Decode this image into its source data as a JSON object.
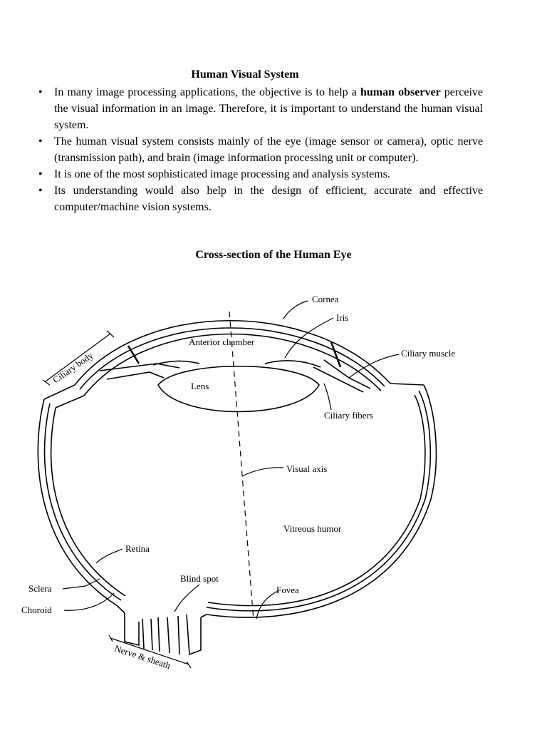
{
  "document": {
    "title": "Human Visual System",
    "bullets": [
      {
        "before": "In many image processing applications, the objective is  to help a ",
        "bold": "human observer",
        "after": " perceive the visual information in an image. Therefore, it is important to understand the human visual system."
      },
      {
        "text": "The human visual system consists mainly of the eye (image sensor or camera), optic nerve (transmission path), and brain (image information processing unit or computer)."
      },
      {
        "text": "It is one of the most sophisticated image processing and analysis systems."
      },
      {
        "text": "Its understanding would also help in the design of efficient, accurate and effective computer/machine vision systems."
      }
    ],
    "figure_title": "Cross-section of the Human Eye"
  },
  "diagram": {
    "labels": {
      "cornea": "Cornea",
      "iris": "Iris",
      "ciliary_muscle": "Ciliary muscle",
      "anterior_chamber": "Anterior chamber",
      "ciliary_body": "Ciliary body",
      "lens": "Lens",
      "ciliary_fibers": "Ciliary fibers",
      "visual_axis": "Visual axis",
      "vitreous_humor": "Vitreous humor",
      "retina": "Retina",
      "blind_spot": "Blind spot",
      "sclera": "Sclera",
      "fovea": "Fovea",
      "choroid": "Choroid",
      "nerve_sheath": "Nerve & sheath"
    }
  }
}
